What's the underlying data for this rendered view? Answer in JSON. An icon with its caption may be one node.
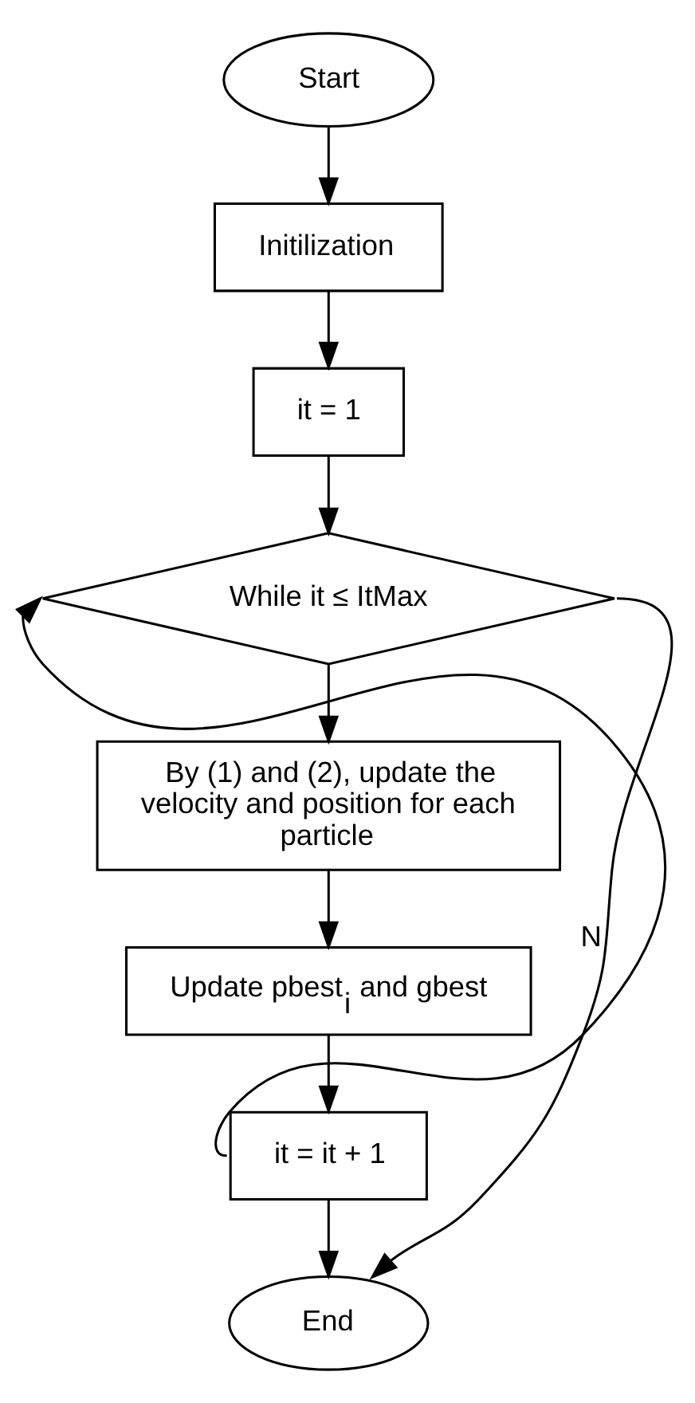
{
  "diagram": {
    "nodes": [
      {
        "text": [
          "Start"
        ]
      },
      {
        "text": [
          "Initilization"
        ]
      },
      {
        "text": [
          "it = 1"
        ]
      },
      {
        "text": [
          "While it ≤ ItMax"
        ]
      },
      {
        "text": [
          "By (1) and (2), update the velocity and position for each particle"
        ]
      },
      {
        "text": [
          "Update pbest$_{i}$ and gbest"
        ]
      },
      {
        "text": [
          "it = it + 1"
        ]
      },
      {
        "text": [
          "End"
        ]
      }
    ],
    "edges": [
      {
        "from": 0,
        "to": 1,
        "arrow": "to"
      },
      {
        "from": 1,
        "to": 2,
        "arrow": "to"
      },
      {
        "from": 2,
        "to": 3,
        "arrow": "to"
      },
      {
        "from": 3,
        "to": 4,
        "arrow": "to"
      },
      {
        "from": 4,
        "to": 5,
        "arrow": "to"
      },
      {
        "from": 5,
        "to": 6,
        "arrow": "to"
      },
      {
        "from": 6,
        "to": 3,
        "arrow": "to"
      },
      {
        "from": 3,
        "to": 7,
        "arrow": "to",
        "label": "N"
      },
      {
        "from": 6,
        "to": 7,
        "arrow": "to"
      }
    ]
  }
}
